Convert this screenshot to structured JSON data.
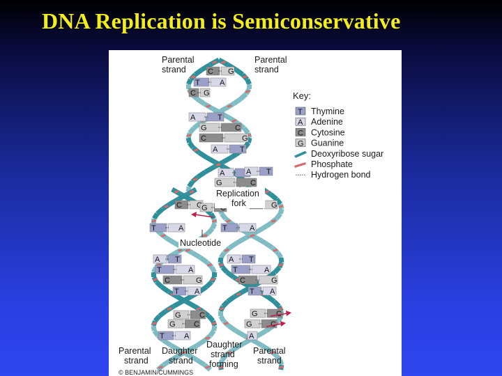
{
  "slide": {
    "title": "DNA Replication is Semiconservative"
  },
  "figure": {
    "labels": {
      "parental_top_left": [
        "Parental",
        "strand"
      ],
      "parental_top_right": [
        "Parental",
        "strand"
      ],
      "replication_fork": [
        "Replication",
        "fork"
      ],
      "nucleotide": "Nucleotide",
      "bottom_parental_left": [
        "Parental",
        "strand"
      ],
      "bottom_daughter_left": [
        "Daughter",
        "strand"
      ],
      "bottom_daughter_forming": [
        "Daughter",
        "strand",
        "forming"
      ],
      "bottom_parental_right": [
        "Parental",
        "strand"
      ]
    },
    "key": {
      "title": "Key:",
      "items": [
        {
          "symbol": "T",
          "label": "Thymine",
          "color": "#9aa0c8"
        },
        {
          "symbol": "A",
          "label": "Adenine",
          "color": "#d8d8e8"
        },
        {
          "symbol": "C",
          "label": "Cytosine",
          "color": "#8c8c8c"
        },
        {
          "symbol": "G",
          "label": "Guanine",
          "color": "#d0d0d0"
        },
        {
          "symbol": "",
          "label": "Deoxyribose sugar",
          "color": "#2f8f9a"
        },
        {
          "symbol": "",
          "label": "Phosphate",
          "color": "#d96a6a"
        },
        {
          "symbol": "",
          "label": "Hydrogen bond",
          "color": "#555555"
        }
      ]
    },
    "base_pairs": {
      "top_helix": [
        [
          "C",
          "G"
        ],
        [
          "T",
          "A"
        ],
        [
          "C",
          "G"
        ],
        [
          "A",
          "T"
        ],
        [
          "G",
          "C"
        ],
        [
          "C",
          "G"
        ],
        [
          "A",
          "T"
        ],
        [
          "A",
          "T"
        ],
        [
          "G",
          "C"
        ]
      ],
      "fork": [
        [
          "A",
          "T"
        ],
        [
          "C",
          "G"
        ],
        [
          "G",
          "C"
        ],
        [
          "C",
          "G"
        ],
        [
          "T",
          "A"
        ],
        [
          "T",
          "A"
        ]
      ],
      "left_daughter": [
        [
          "A",
          "T"
        ],
        [
          "T",
          "A"
        ],
        [
          "C",
          "G"
        ],
        [
          "T",
          "A"
        ],
        [
          "G",
          "C"
        ],
        [
          "G",
          "C"
        ],
        [
          "T",
          "A"
        ]
      ],
      "right_daughter": [
        [
          "A",
          "T"
        ],
        [
          "T",
          "A"
        ],
        [
          "C",
          "G"
        ],
        [
          "T",
          "A"
        ],
        [
          "G",
          "C"
        ],
        [
          "G",
          "C"
        ],
        [
          "A"
        ]
      ]
    },
    "copyright": "© BENJAMIN/CUMMINGS"
  }
}
